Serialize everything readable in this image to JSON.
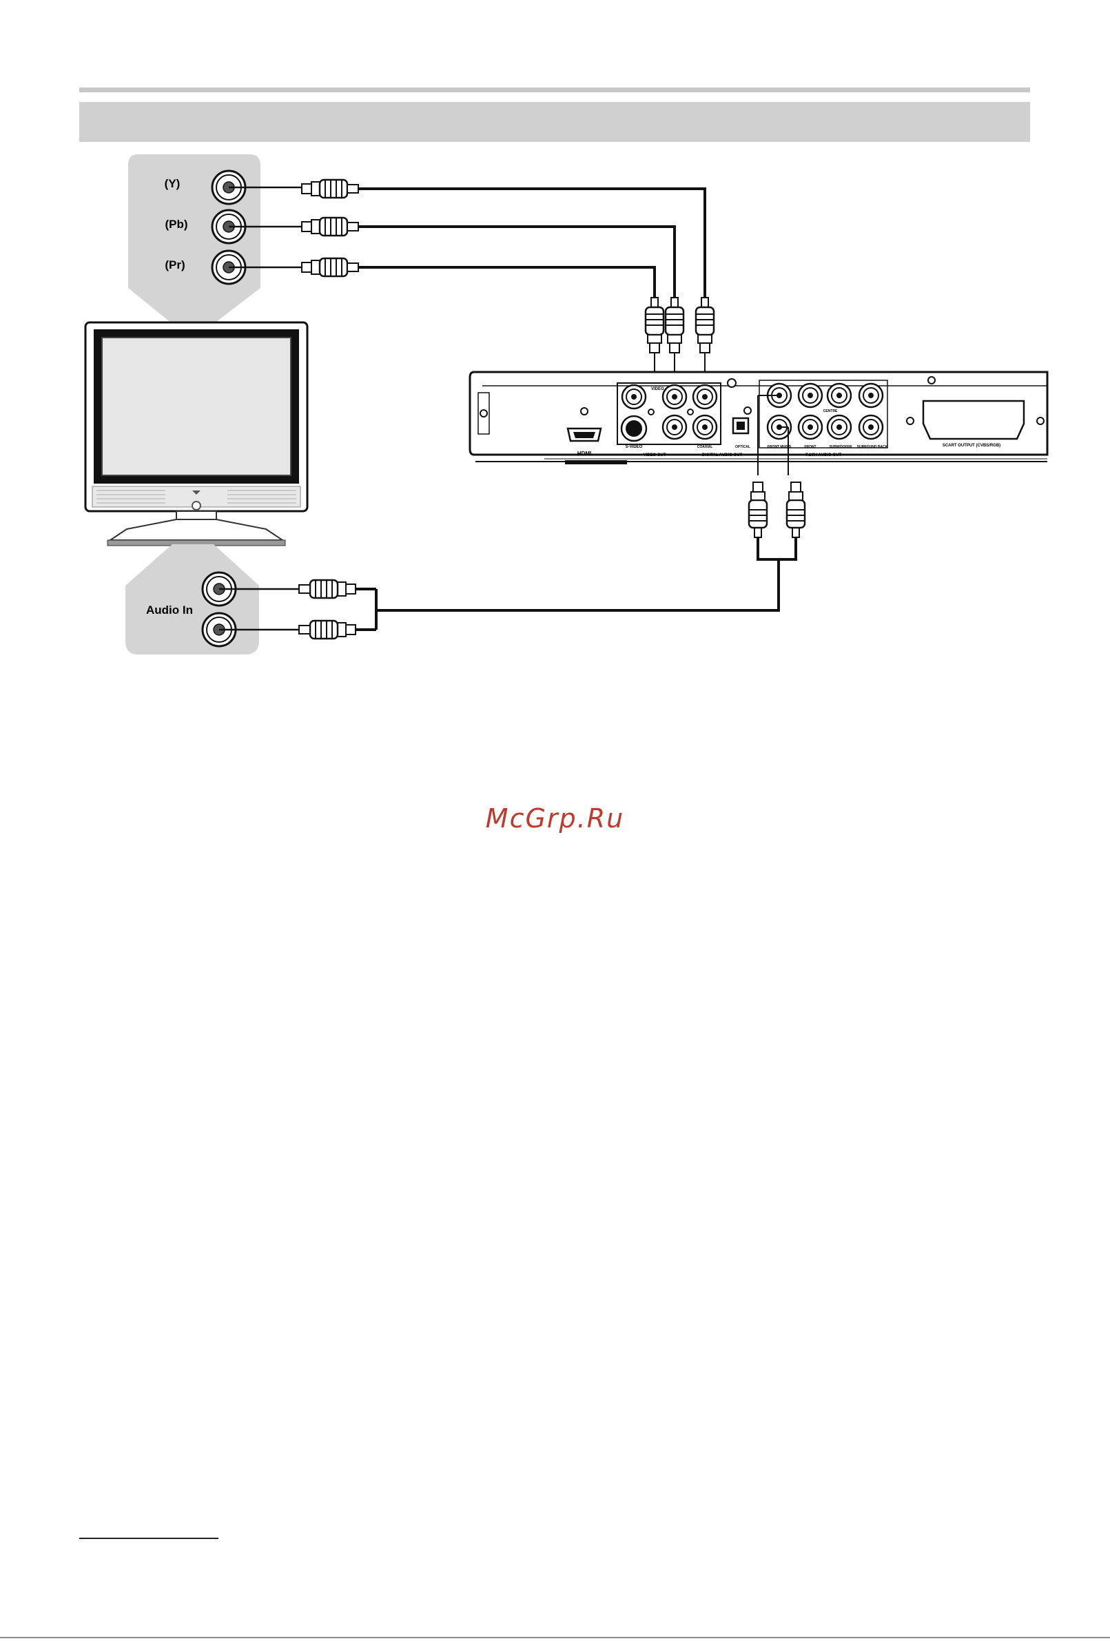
{
  "tv_component_panel": {
    "label_y": "(Y)",
    "label_pb": "(Pb)",
    "label_pr": "(Pr)"
  },
  "tv_audio_panel": {
    "label": "Audio In"
  },
  "player_panel": {
    "hdmi_label": "HDMI",
    "svideo_label": "S-VIDEO",
    "video_label": "VIDEO",
    "video_out_label": "VIDEO OUT",
    "coaxial_label": "COAXIAL",
    "optical_label": "OPTICAL",
    "digital_audio_out_label": "DIGITAL AUDIO OUT",
    "front_mixed_label": "FRONT MIXED",
    "front_label": "FRONT",
    "subwoofer_label": "SUBWOOFER",
    "surround_back_label": "SURROUND BACK",
    "center_label": "CENTRE",
    "audio_out_label": "7.1CH AUDIO OUT",
    "scart_label": "SCART OUTPUT (CVBS/RGB)"
  },
  "watermark": "McGrp.Ru",
  "colors": {
    "panel_gray": "#d4d4d4",
    "band_gray": "#d0d0d0",
    "watermark_red": "#c0392b"
  }
}
